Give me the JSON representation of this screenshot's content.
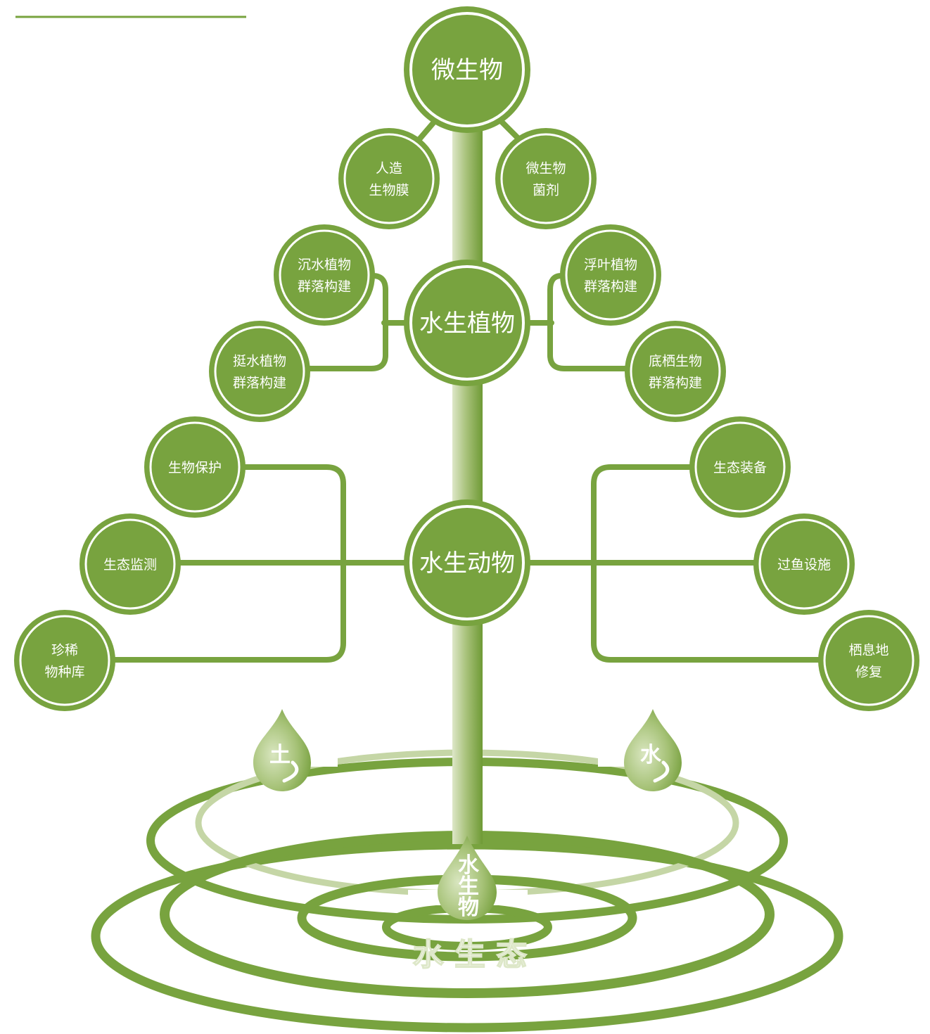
{
  "colors": {
    "primary": "#78A33F",
    "primary_dark": "#6E9A34",
    "light": "#C5D6A6",
    "white": "#FFFFFF"
  },
  "tree": {
    "top": {
      "label": "微生物",
      "icon": "microbe-node"
    },
    "plants": {
      "label": "水生植物",
      "icon": "plant-node"
    },
    "animals": {
      "label": "水生动物",
      "icon": "animal-node"
    },
    "micro_children": [
      {
        "lines": [
          "人造",
          "生物膜"
        ]
      },
      {
        "lines": [
          "微生物",
          "菌剂"
        ]
      }
    ],
    "plant_children": [
      {
        "lines": [
          "沉水植物",
          "群落构建"
        ]
      },
      {
        "lines": [
          "挺水植物",
          "群落构建"
        ]
      },
      {
        "lines": [
          "浮叶植物",
          "群落构建"
        ]
      },
      {
        "lines": [
          "底栖生物",
          "群落构建"
        ]
      }
    ],
    "animal_children": [
      {
        "lines": [
          "生物保护"
        ]
      },
      {
        "lines": [
          "生态监测"
        ]
      },
      {
        "lines": [
          "珍稀",
          "物种库"
        ]
      },
      {
        "lines": [
          "生态装备"
        ]
      },
      {
        "lines": [
          "过鱼设施"
        ]
      },
      {
        "lines": [
          "栖息地",
          "修复"
        ]
      }
    ]
  },
  "drops": {
    "soil": "土",
    "water": "水",
    "bio_chars": [
      "水",
      "生",
      "物"
    ]
  },
  "base_label": "水 生 态"
}
